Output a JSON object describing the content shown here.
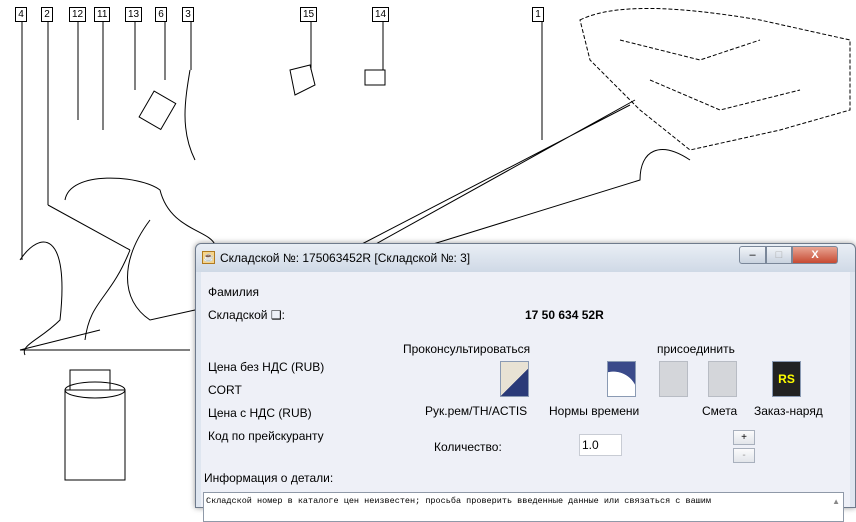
{
  "diagram": {
    "callouts": [
      "4",
      "2",
      "12",
      "11",
      "13",
      "6",
      "3",
      "15",
      "14",
      "1"
    ]
  },
  "dialog": {
    "title": "Складской №: 175063452R [Складской №: 3]",
    "window_buttons": {
      "minimize": "–",
      "maximize": "□",
      "close": "X"
    },
    "labels": {
      "family": "Фамилия",
      "part_no": "Складской ❑:",
      "price_no_vat": "Цена без НДС (RUB)",
      "cort": "CORT",
      "price_vat": "Цена с НДС (RUB)",
      "price_code": "Код по прейскуранту",
      "info": "Информация о детали:"
    },
    "part_number": "17 50 634 52R",
    "consult_label": "Проконсультироваться",
    "attach_label": "присоединить",
    "actions": [
      {
        "label": "Рук.рем/TH/ACTIS",
        "icon": "manual-wrench-icon"
      },
      {
        "label": "Нормы времени",
        "icon": "clock-icon"
      },
      {
        "label": "",
        "icon": "attach-icon"
      },
      {
        "label": "Смета",
        "icon": "estimate-icon"
      },
      {
        "label": "Заказ-наряд",
        "icon": "work-order-icon"
      }
    ],
    "quantity_label": "Количество:",
    "quantity_value": "1.0",
    "plus": "+",
    "minus": "-",
    "info_text": "Складской номер в каталоге цен неизвестен; просьба проверить введенные данные или связаться с вашим"
  }
}
